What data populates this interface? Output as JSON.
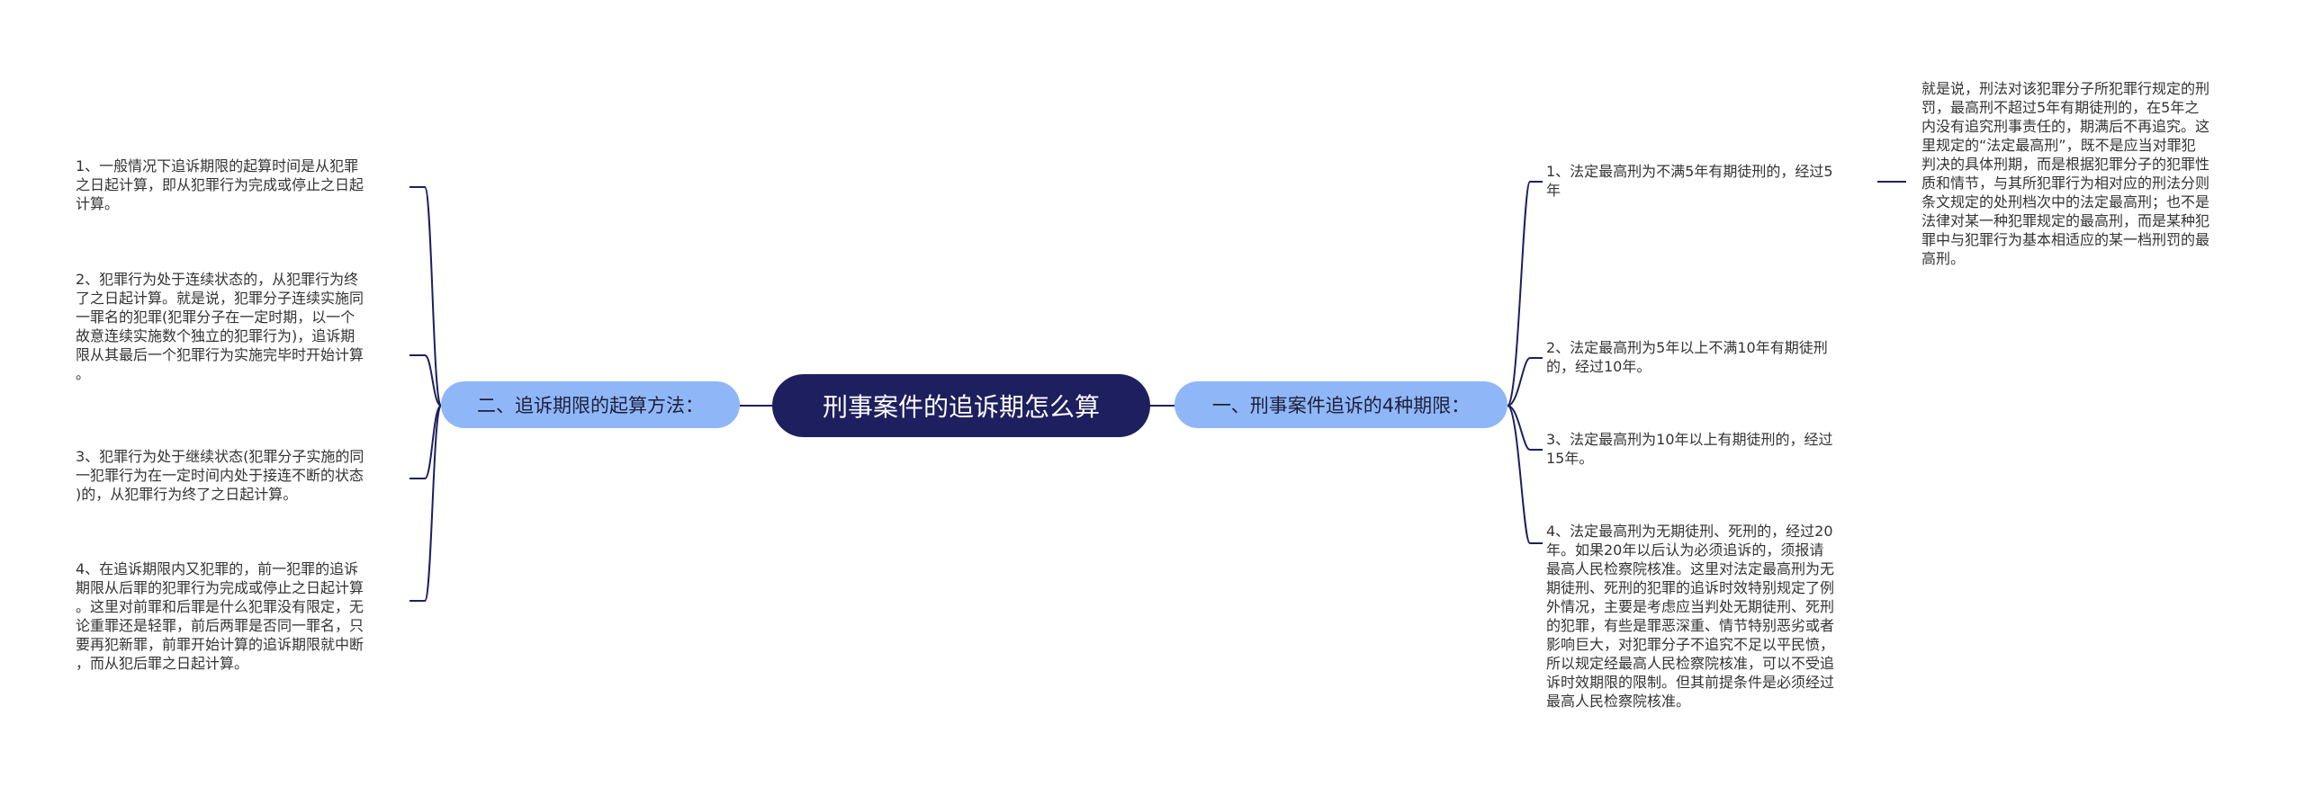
{
  "root": {
    "title": "刑事案件的追诉期怎么算"
  },
  "branches": {
    "left": {
      "label": "二、追诉期限的起算方法：",
      "items": [
        "1、一般情况下追诉期限的起算时间是从犯罪\n之日起计算，即从犯罪行为完成或停止之日起\n计算。",
        "2、犯罪行为处于连续状态的，从犯罪行为终\n了之日起计算。就是说，犯罪分子连续实施同\n一罪名的犯罪(犯罪分子在一定时期，以一个\n故意连续实施数个独立的犯罪行为)，追诉期\n限从其最后一个犯罪行为实施完毕时开始计算\n。",
        "3、犯罪行为处于继续状态(犯罪分子实施的同\n一犯罪行为在一定时间内处于接连不断的状态\n)的，从犯罪行为终了之日起计算。",
        "4、在追诉期限内又犯罪的，前一犯罪的追诉\n期限从后罪的犯罪行为完成或停止之日起计算\n。这里对前罪和后罪是什么犯罪没有限定，无\n论重罪还是轻罪，前后两罪是否同一罪名，只\n要再犯新罪，前罪开始计算的追诉期限就中断\n，而从犯后罪之日起计算。"
      ]
    },
    "right": {
      "label": "一、刑事案件追诉的4种期限：",
      "items": [
        "1、法定最高刑为不满5年有期徒刑的，经过5\n年",
        "2、法定最高刑为5年以上不满10年有期徒刑\n的，经过10年。",
        "3、法定最高刑为10年以上有期徒刑的，经过\n15年。",
        "4、法定最高刑为无期徒刑、死刑的，经过20\n年。如果20年以后认为必须追诉的，须报请\n最高人民检察院核准。这里对法定最高刑为无\n期徒刑、死刑的犯罪的追诉时效特别规定了例\n外情况，主要是考虑应当判处无期徒刑、死刑\n的犯罪，有些是罪恶深重、情节特别恶劣或者\n影响巨大，对犯罪分子不追究不足以平民愤，\n所以规定经最高人民检察院核准，可以不受追\n诉时效期限的限制。但其前提条件是必须经过\n最高人民检察院核准。"
      ],
      "detail": "就是说，刑法对该犯罪分子所犯罪行规定的刑\n罚，最高刑不超过5年有期徒刑的，在5年之\n内没有追究刑事责任的，期满后不再追究。这\n里规定的“法定最高刑”，既不是应当对罪犯\n判决的具体刑期，而是根据犯罪分子的犯罪性\n质和情节，与其所犯罪行为相对应的刑法分则\n条文规定的处刑档次中的法定最高刑；也不是\n法律对某一种犯罪规定的最高刑，而是某种犯\n罪中与犯罪行为基本相适应的某一档刑罚的最\n高刑。"
    }
  },
  "colors": {
    "root_bg": "#1e1f5e",
    "branch_bg": "#8fb7f7",
    "line": "#1e1f5e"
  }
}
